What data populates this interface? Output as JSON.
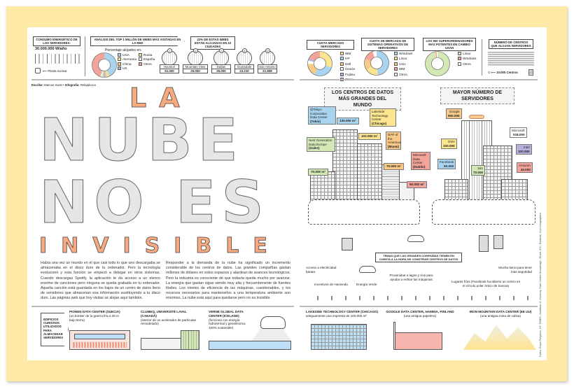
{
  "colors": {
    "frame": "#feeaa6",
    "blue": "#a8d4f0",
    "yellow": "#fde48f",
    "orange": "#f8c987",
    "purple": "#b5b0dd",
    "green": "#d3e8b5",
    "pink": "#f2a49a",
    "white": "#ffffff",
    "title_orange": "#f7a97f"
  },
  "energy": {
    "title": "CONSUMO ENERGÉTICO DE LOS SERVIDORES:",
    "value": "30.000.000 W/año",
    "plant_label": "Planta nuclear",
    "icon": "server-icon"
  },
  "top_webs": {
    "title": "ANÁLISIS DEL TOP 1 MILLÓN DE WEBS MÁS VISITADAS EN LA RED",
    "subtitle": "Porcentaje alojados en:",
    "legend": [
      {
        "name": "USA",
        "color": "#a8d4f0",
        "value": 43
      },
      {
        "name": "Alemania",
        "color": "#fde48f",
        "value": 3
      },
      {
        "name": "China",
        "color": "#f8c987",
        "value": 2
      },
      {
        "name": "UK",
        "color": "#b5b0dd",
        "value": 3
      },
      {
        "name": "Rusia",
        "color": "#d3e8b5",
        "value": 3
      },
      {
        "name": "España",
        "color": "#ffffff",
        "value": 1
      },
      {
        "name": "Otros",
        "color": "#f2a49a",
        "value": 45
      }
    ]
  },
  "cities": {
    "title": "22% DE ESTAS WEBS ESTÁN ALOJADAS EN 10 CIUDADES",
    "items": [
      {
        "rank": "1",
        "name": "Houston",
        "value": "51.000"
      },
      {
        "rank": "2",
        "name": "Mountain View",
        "value": "29.000"
      },
      {
        "rank": "3",
        "name": "Dallas",
        "value": "25.000"
      },
      {
        "rank": "4",
        "name": "Scottsdale",
        "value": "23.210"
      },
      {
        "rank": "5",
        "name": "San Antonio",
        "value": "21.808"
      }
    ]
  },
  "server_market": {
    "title": "CUOTA MERCADO SERVIDORES",
    "legend": [
      {
        "name": "IBM",
        "color": "#fde48f",
        "value": 30
      },
      {
        "name": "HP",
        "color": "#a8d4f0",
        "value": 27
      },
      {
        "name": "Dell",
        "color": "#f8c987",
        "value": 17
      },
      {
        "name": "Oracle",
        "color": "#ffffff",
        "value": 5
      },
      {
        "name": "Fujitsu",
        "color": "#b5b0dd",
        "value": 3
      },
      {
        "name": "Otros",
        "color": "#f2a49a",
        "value": 18
      }
    ]
  },
  "os_market": {
    "title": "CUOTA DE MERCADO DE SISTEMAS OPERATIVOS DE SERVIDORES",
    "legend": [
      {
        "name": "Windows",
        "color": "#a8d4f0",
        "value": 48
      },
      {
        "name": "Linux",
        "color": "#fde48f",
        "value": 17
      },
      {
        "name": "Unix",
        "color": "#f8c987",
        "value": 15
      },
      {
        "name": "IBM",
        "color": "#f2a49a",
        "value": 14
      },
      {
        "name": "Otros",
        "color": "#ffffff",
        "value": 6
      }
    ]
  },
  "supercomputers": {
    "title": "LOS 500 SUPERORDENADORES MÁS POTENTES EN CAMBIO USAN",
    "legend": [
      {
        "name": "Linux",
        "color": "#d3e8b5",
        "value": 96
      },
      {
        "name": "Windows",
        "color": "#f2a49a",
        "value": 2
      },
      {
        "name": "Otros",
        "color": "#ffffff",
        "value": 2
      }
    ]
  },
  "centers": {
    "title": "NÚMERO DE CENTROS QUE ALOJAN SERVIDORES",
    "unit": "10.000 Centros"
  },
  "byline": {
    "writer_label": "Escribe:",
    "writer": "Marcus Hurst",
    "sep": "•",
    "infographic_label": "Infografía:",
    "infographic": "Relajalcoco"
  },
  "title": {
    "line1": "LA",
    "line2": "NUBE",
    "line3": "NO ES",
    "line4": "INVISIBLE"
  },
  "body": {
    "col1": "Había una vez un mundo en el que casi todo lo que uno descargaba se almacenaba en el disco duro de tu ordenador. Pero la tecnología evolucionó y esta función se empezó a delegar en otros sistemas. Cuando descargas Spotify, la aplicación te da acceso a un elenco enorme de canciones pero ninguna se queda grabada en tu ordenador. Aquella canción está guardada en los bajos de un centro de datos lleno de servidores que almacenan esa información sustituyendo a tu disco duro. Las páginas web que hoy visitas se alojan aquí también.",
    "col2": "Responder a la demanda de la nube ha significado un incremento considerable de los centros de datos. Las grandes compañías gastan millones de dólares en estos espacios y alardean de avances tecnológicos. Pero la industria es consciente de que todavía queda mucho por avanzar. La energía que gastan sigue siendo muy alta y frecuentemente de fuentes fósiles. Los niveles de eficiencia de las máquinas, cuestionables, y los recursos necesarios para mantenerlos a una temperatura ambiente son enormes. La nube está aquí para quedarse pero no es invisible."
  },
  "largest": {
    "title": "LOS CENTROS DE DATOS MÁS GRANDES DEL MUNDO",
    "items": [
      {
        "name": "@Tokyo Corporation Data Center",
        "city": "(Tokio)",
        "area": "130.000 m²",
        "color": "#a8d4f0"
      },
      {
        "name": "Lakeside Technology Center",
        "city": "(Chicago)",
        "area": "102.000 m²",
        "color": "#fde48f"
      },
      {
        "name": "Next Generation Data Europe",
        "city": "(Gales)",
        "area": "70.000 m²",
        "color": "#d3e8b5"
      },
      {
        "name": "NAP of the Americas",
        "city": "(Miami)",
        "area": "70.000 m²",
        "color": "#f8c987"
      },
      {
        "name": "Microsoft Data Center",
        "city": "(Dublín)",
        "area": "50.000 m²",
        "color": "#f2a49a"
      }
    ]
  },
  "most_servers": {
    "title": "MAYOR NÚMERO DE SERVIDORES",
    "items": [
      {
        "name": "Google",
        "value": "900.000",
        "color": "#f8c987"
      },
      {
        "name": "Microsoft",
        "value": "518.000",
        "color": "#ffffff"
      },
      {
        "name": "OVH",
        "value": "100.000",
        "color": "#fde48f"
      },
      {
        "name": "Intel",
        "value": "100.000",
        "color": "#b5b0dd"
      },
      {
        "name": "1&1",
        "value": "70.000",
        "color": "#d3e8b5"
      },
      {
        "name": "Facebook",
        "value": "60.000",
        "color": "#a8d4f0"
      },
      {
        "name": "Amazon",
        "value": "40.000",
        "color": "#f2a49a"
      }
    ]
  },
  "themes": {
    "title": "TEMAS QUE LAS GRANDES COMPAÑÍAS TIENEN EN CUENTA A LA HORA DE CONSTRUIR CENTROS DE DATOS",
    "items": [
      "Acceso a electricidad barata",
      "Incentivos de Hacienda",
      "Energía Verde",
      "Proximidad a lagos y ríos para ayudar a enfriar las máquinas",
      "Lugares fríos (Facebook ha abierto un centro en el círculo polar Ártico de Suecia)",
      "Mucha tierra para tener más seguridad"
    ]
  },
  "curious": {
    "title": "EDIFICIOS CURIOSOS UTILIZADOS PARA ALMACENAR SERVIDORES",
    "items": [
      {
        "name": "PIONEN DATA CENTER (SUECIA)",
        "desc": "(un búnker de la guerra fría a 30 m bajo tierra)"
      },
      {
        "name": "CLUMEQ, UNIVERSITÉ LAVAL (CANADÁ)",
        "desc": "(interior de un acelerador de partículas remodelado)"
      },
      {
        "name": "VERNE GLOBAL DATA CENTER (ICELAND)",
        "desc": "(funciona con energía hidrotermal y geoeléctrica 100% sostenible)"
      },
      {
        "name": "LAKESIDE TECHNOLOGY CENTER (CHICAGO)",
        "desc": "antiguamente una imprenta de 100.000 m²"
      },
      {
        "name": "GOOGLE DATA CENTER, HAMINA, FINLAND",
        "desc": "(una antigua papelera)"
      },
      {
        "name": "IRON MOUNTAIN DATA CENTER (EE UU)",
        "desc": "(una antigua mina de caliza)"
      }
    ]
  },
  "credits": "Datos: Royal Pingdom, NY TIMES, Jonathan G. Koomey, Data Center Knowledge, ZDnet, IDC, Radicati, Cool Infographics"
}
